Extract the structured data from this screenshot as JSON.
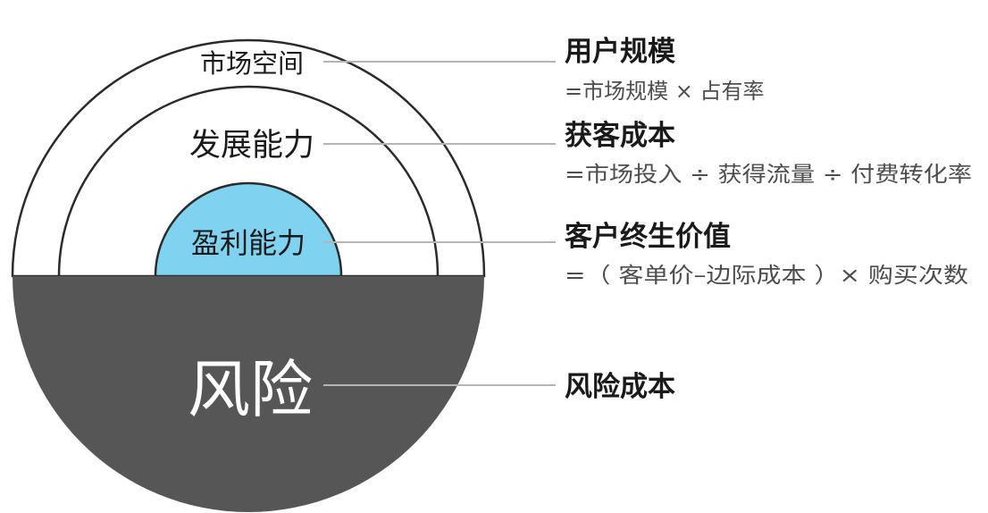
{
  "diagram": {
    "zones": {
      "market_space": "市场空间",
      "development": "发展能力",
      "profitability": "盈利能力",
      "risk": "风险"
    },
    "items": [
      {
        "title": "用户规模",
        "formula": "=市场规模 × 占有率"
      },
      {
        "title": "获客成本",
        "formula": "=市场投入 ÷ 获得流量 ÷ 付费转化率"
      },
      {
        "title": "客户终生价值",
        "formula": "=（ 客单价–边际成本 ）× 购买次数"
      },
      {
        "title": "风险成本",
        "formula": ""
      }
    ],
    "colors": {
      "outline": "#2b2b2b",
      "risk_fill": "#565656",
      "profit_fill": "#7fd3f1",
      "connector": "#b5b5b5",
      "title_text": "#1a1a1a",
      "formula_text": "#4d4d4d",
      "risk_text": "#ffffff"
    }
  }
}
